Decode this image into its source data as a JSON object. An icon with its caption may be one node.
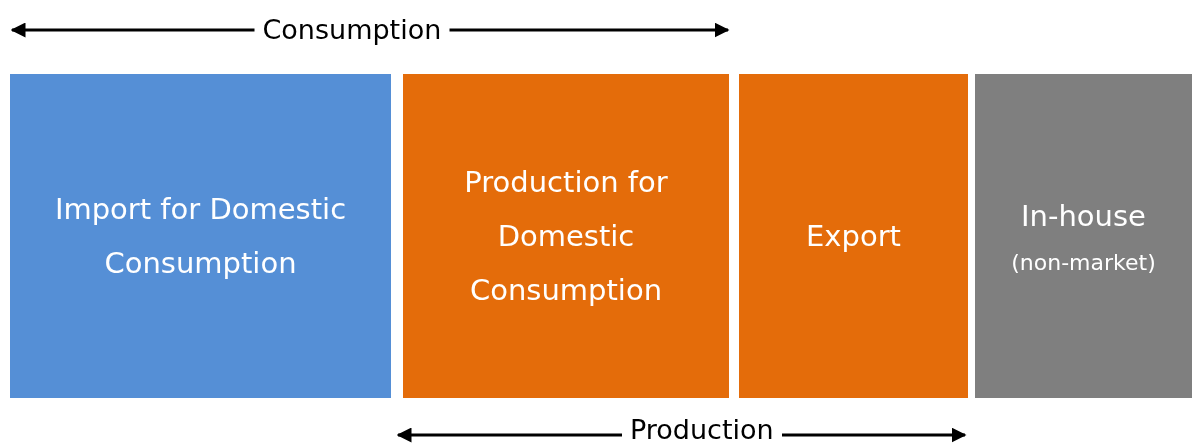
{
  "diagram": {
    "nodes": [
      {
        "text": [
          "Import for Domestic Consumption"
        ]
      },
      {
        "text": [
          "Production for Domestic Consumption"
        ]
      },
      {
        "text": [
          "Export"
        ]
      },
      {
        "text": [
          "In-house",
          "(non-market)"
        ]
      }
    ],
    "labels": [
      "Consumption",
      "Production"
    ]
  }
}
